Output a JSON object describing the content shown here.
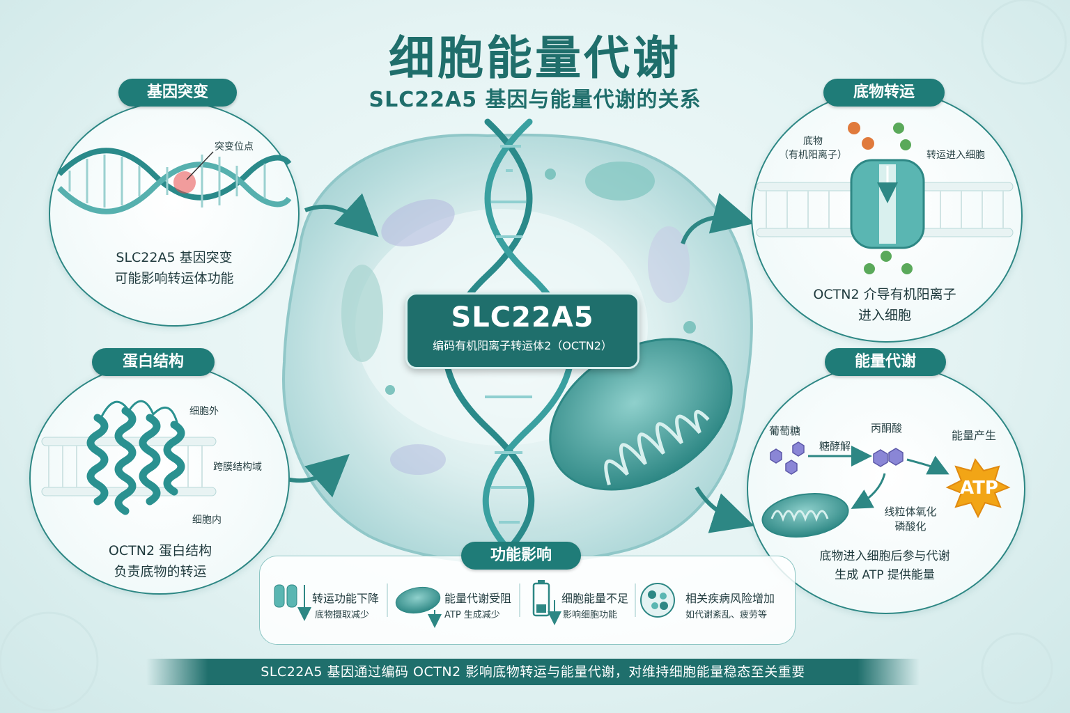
{
  "title": "细胞能量代谢",
  "subtitle": "SLC22A5 基因与能量代谢的关系",
  "center": {
    "gene": "SLC22A5",
    "description": "编码有机阳离子转运体2（OCTN2）"
  },
  "panels": {
    "mutation": {
      "label": "基因突变",
      "annotation": "突变位点",
      "caption_line1": "SLC22A5 基因突变",
      "caption_line2": "可能影响转运体功能"
    },
    "structure": {
      "label": "蛋白结构",
      "outside": "细胞外",
      "membrane": "跨膜结构域",
      "inside": "细胞内",
      "caption_line1": "OCTN2 蛋白结构",
      "caption_line2": "负责底物的转运"
    },
    "transport": {
      "label": "底物转运",
      "substrate_line1": "底物",
      "substrate_line2": "（有机阳离子）",
      "into_cell": "转运进入细胞",
      "caption_line1": "OCTN2 介导有机阳离子",
      "caption_line2": "进入细胞"
    },
    "metabolism": {
      "label": "能量代谢",
      "glucose": "葡萄糖",
      "glycolysis": "糖酵解",
      "pyruvate": "丙酮酸",
      "energy": "能量产生",
      "atp": "ATP",
      "oxphos_line1": "线粒体氧化",
      "oxphos_line2": "磷酸化",
      "caption_line1": "底物进入细胞后参与代谢",
      "caption_line2": "生成 ATP 提供能量"
    }
  },
  "impact": {
    "label": "功能影响",
    "items": [
      {
        "title": "转运功能下降",
        "sub": "底物摄取减少",
        "icon": "transporter-down-icon"
      },
      {
        "title": "能量代谢受阻",
        "sub": "ATP 生成减少",
        "icon": "mitochondria-down-icon"
      },
      {
        "title": "细胞能量不足",
        "sub": "影响细胞功能",
        "icon": "battery-low-icon"
      },
      {
        "title": "相关疾病风险增加",
        "sub": "如代谢紊乱、疲劳等",
        "icon": "cells-risk-icon"
      }
    ]
  },
  "footer": "SLC22A5 基因通过编码 OCTN2 影响底物转运与能量代谢，对维持细胞能量稳态至关重要",
  "colors": {
    "primary": "#1f6f6c",
    "accent": "#2d8784",
    "mutation": "#e84a4a",
    "atp": "#f2a516"
  }
}
